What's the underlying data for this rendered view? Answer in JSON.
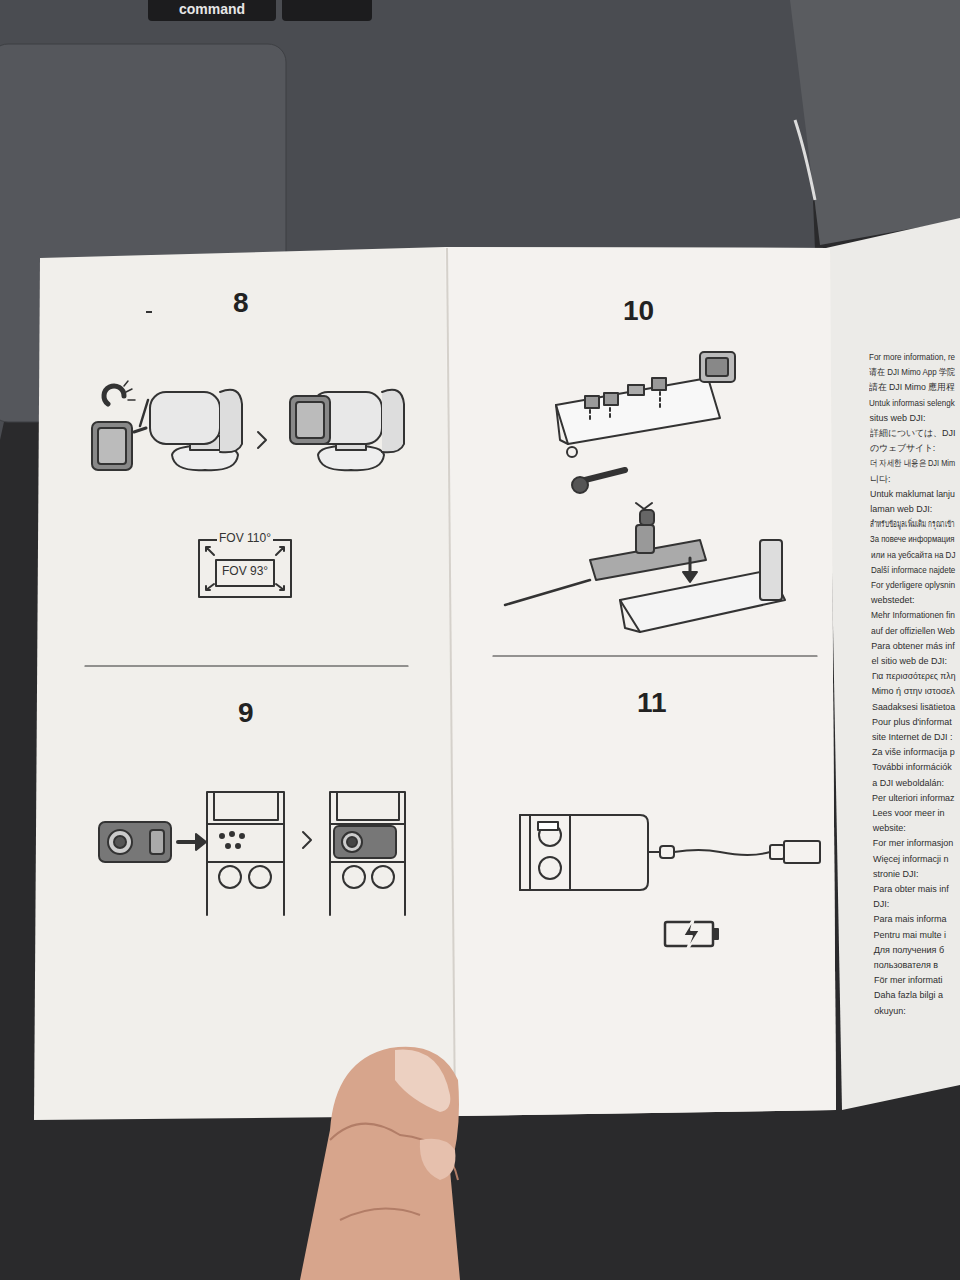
{
  "diagram": {
    "labels": [
      "command",
      "8",
      "FOV 110°",
      "FOV 93°",
      "10",
      "9",
      "11",
      "For more information, re",
      "请在 DJI Mimo App 学院",
      "請在 DJI Mimo 應用程",
      "Untuk informasi selengk",
      "situs web DJI:",
      "詳細については、DJI",
      "のウェブサイト:",
      "더 자세한 내용은 DJI Mim",
      "니다:",
      "Untuk maklumat lanju",
      "laman web DJI:",
      "สำหรับข้อมูลเพิ่มเติม กรุณาเข้า",
      "За повече информация",
      "или на уебсайта на DJ",
      "Další informace najdete",
      "For yderligere oplysnin",
      "webstedet:",
      "Mehr Informationen fin",
      "auf der offiziellen Web",
      "Para obtener más inf",
      "el sitio web de DJI:",
      "Για περισσότερες πλη",
      "Mimo ή στην ιστοσελ",
      "Saadaksesi lisätietoa",
      "Pour plus d'informat",
      "site Internet de DJI :",
      "Za više informacija p",
      "További információk",
      "a DJI weboldalán:",
      "Per ulteriori informaz",
      "Lees voor meer in",
      "website:",
      "For mer informasjon",
      "Więcej informacji n",
      "stronie DJI:",
      "Para obter mais inf",
      "DJI:",
      "Para mais informa",
      "Pentru mai multe i",
      "Для получения б",
      "пользователя в",
      "För mer informati",
      "Daha fazla bilgi a",
      "okuyun:"
    ]
  }
}
